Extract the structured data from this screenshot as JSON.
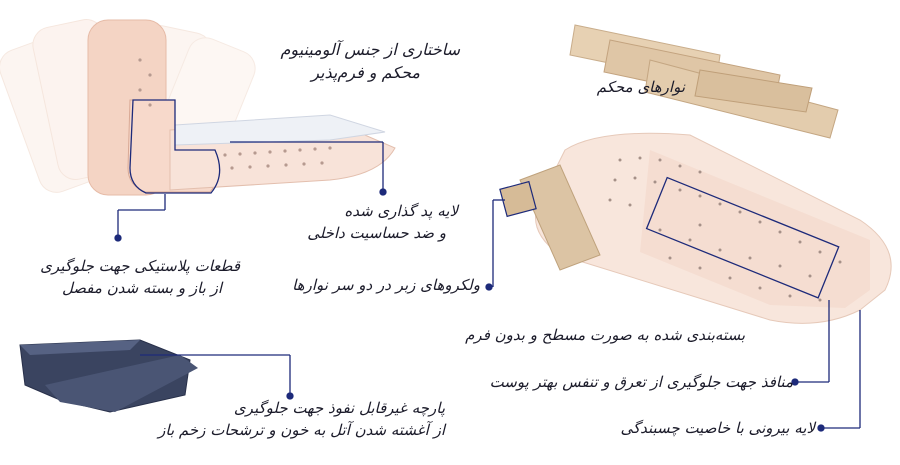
{
  "labels": {
    "aluminum": {
      "line1": "ساختاری از جنس آلومینیوم",
      "line2": "محکم و فرم‌پذیر"
    },
    "straps": "نوارهای محکم",
    "padded": {
      "line1": "لایه پد گذاری شده",
      "line2": "و ضد حساسیت داخلی"
    },
    "plastic": {
      "line1": "قطعات پلاستیکی جهت جلوگیری",
      "line2": "از باز و بسته شدن مفصل"
    },
    "velcro": "ولکروهای زبر در دو سر نوارها",
    "packaging": "بسته‌بندی شده به صورت مسطح و بدون فرم",
    "pores": "منافذ جهت جلوگیری از تعرق و تنفس بهتر پوست",
    "outer": "لایه بیرونی با خاصیت چسبندگی",
    "fabric": {
      "line1": "پارچه غیرقابل نفوذ جهت جلوگیری",
      "line2": "از آغشته شدن آتل به خون و ترشحات زخم باز"
    }
  },
  "colors": {
    "leader": "#1d2a7a",
    "splint": "#f7dfd3",
    "strap": "#dcc4a4",
    "cloth": "#3a4460"
  }
}
